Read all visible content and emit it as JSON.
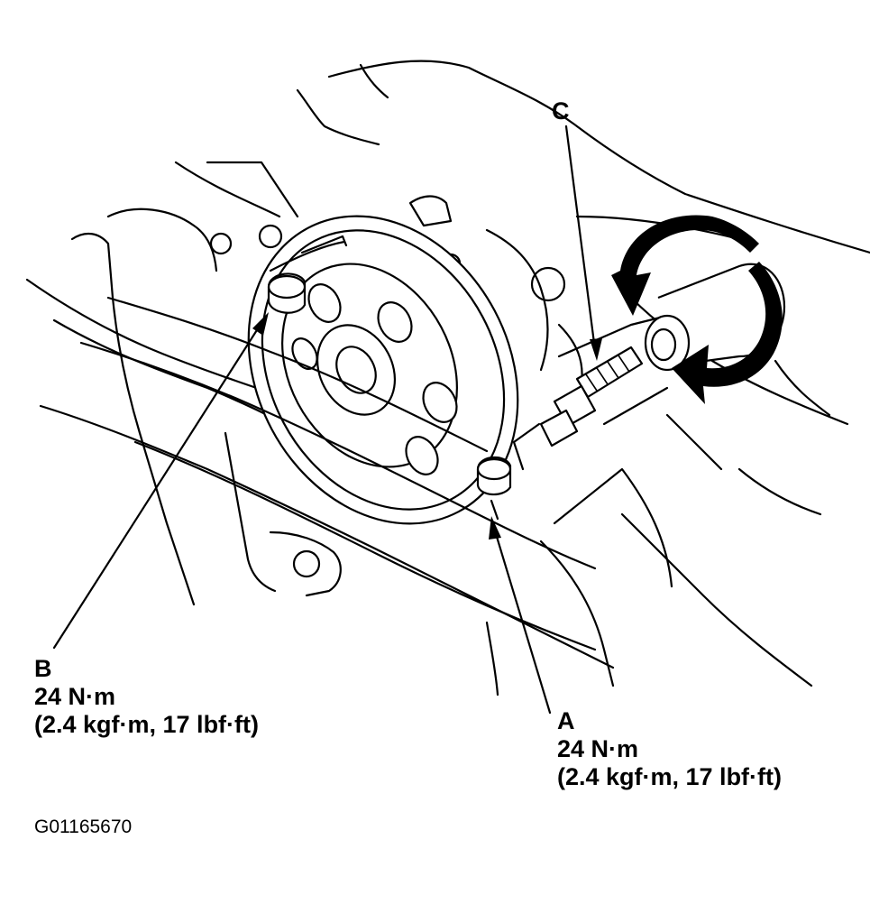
{
  "callouts": {
    "a": {
      "letter": "A",
      "torque_nm": "24 N·m",
      "torque_alt": "(2.4 kgf·m, 17 lbf·ft)"
    },
    "b": {
      "letter": "B",
      "torque_nm": "24 N·m",
      "torque_alt": "(2.4 kgf·m, 17 lbf·ft)"
    },
    "c": {
      "letter": "C"
    }
  },
  "figure_id": "G01165670",
  "colors": {
    "ink": "#000000",
    "paper": "#ffffff"
  }
}
